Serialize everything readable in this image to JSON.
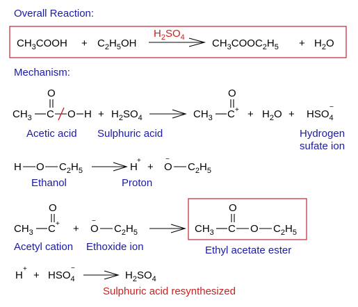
{
  "headings": {
    "overall": "Overall Reaction:",
    "mechanism": "Mechanism:"
  },
  "overall": {
    "reactant_1": "CH3COOH",
    "reactant_2": "C2H5OH",
    "catalyst": "H2SO4",
    "product_1": "CH3COOC2H5",
    "product_2": "H2O"
  },
  "step1": {
    "acetic_acid": "Acetic acid",
    "sulphuric_acid": "Sulphuric acid",
    "hydrogen_sulfate_line1": "Hydrogen",
    "hydrogen_sulfate_line2": "sufate ion"
  },
  "step2": {
    "ethanol": "Ethanol",
    "proton": "Proton"
  },
  "step3": {
    "acetyl_cation": "Acetyl cation",
    "ethoxide_ion": "Ethoxide ion",
    "ethyl_acetate": "Ethyl acetate ester"
  },
  "step4": {
    "resynthesized": "Sulphuric acid resynthesized"
  },
  "colors": {
    "heading": "#1a1aa6",
    "label": "#1a1aa6",
    "highlight": "#cc1f1f",
    "box_border": "#c0262f"
  }
}
